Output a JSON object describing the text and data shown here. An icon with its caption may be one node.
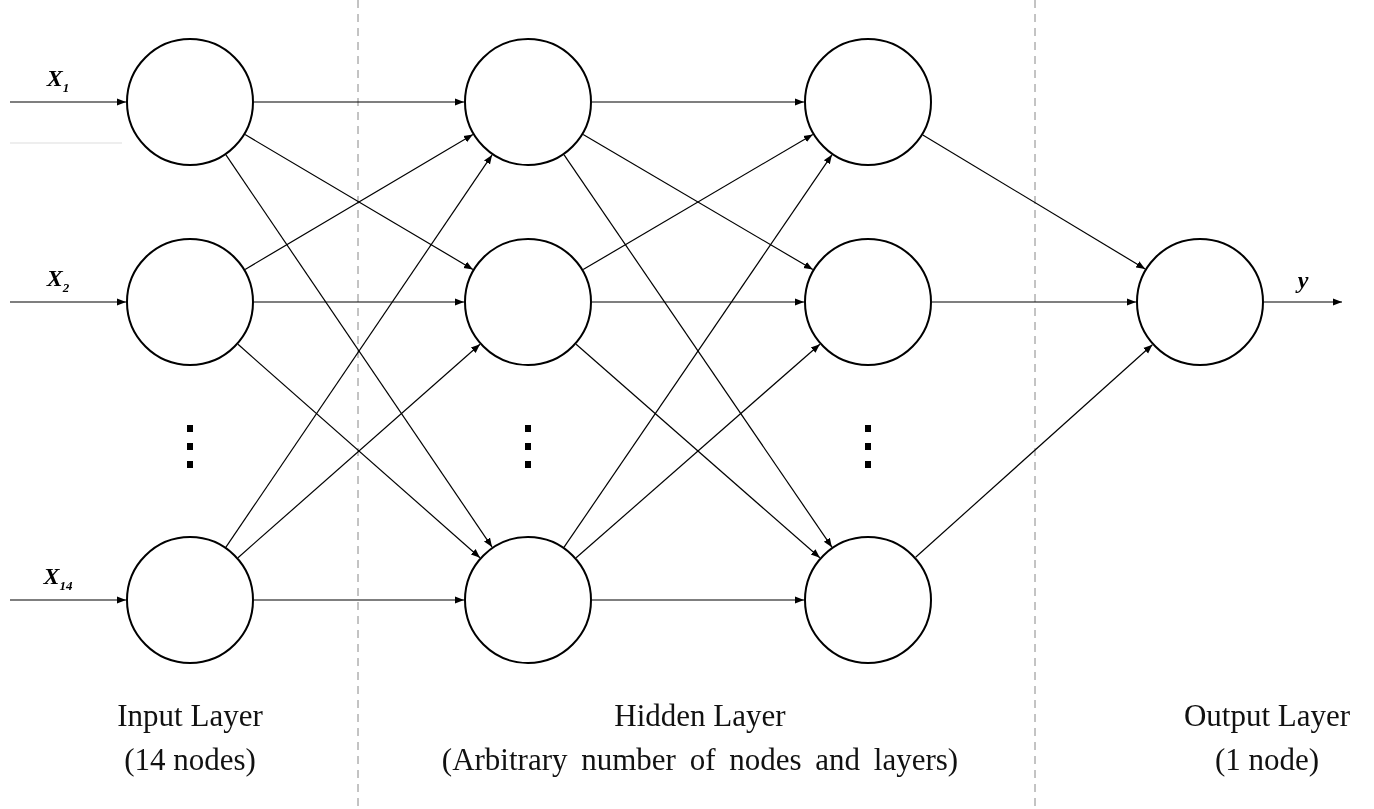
{
  "diagram": {
    "nodes": [
      {
        "text": [],
        "shape": "circle"
      },
      {
        "text": [],
        "shape": "circle"
      },
      {
        "text": [],
        "shape": "circle"
      },
      {
        "text": [],
        "shape": "circle"
      },
      {
        "text": [],
        "shape": "circle"
      },
      {
        "text": [],
        "shape": "circle"
      },
      {
        "text": [],
        "shape": "circle"
      },
      {
        "text": [],
        "shape": "circle"
      },
      {
        "text": [],
        "shape": "circle"
      },
      {
        "text": [],
        "shape": "circle"
      }
    ],
    "edges": [
      {
        "from": null,
        "to": 0,
        "arrow": "to",
        "label": "X$_{1}$"
      },
      {
        "from": null,
        "to": 1,
        "arrow": "to",
        "label": "X$_{2}$"
      },
      {
        "from": null,
        "to": 2,
        "arrow": "to",
        "label": "X$_{14}$"
      },
      {
        "from": 0,
        "to": 3,
        "arrow": "to"
      },
      {
        "from": 0,
        "to": 4,
        "arrow": "to"
      },
      {
        "from": 0,
        "to": 5,
        "arrow": "to"
      },
      {
        "from": 1,
        "to": 3,
        "arrow": "to"
      },
      {
        "from": 1,
        "to": 4,
        "arrow": "to"
      },
      {
        "from": 1,
        "to": 5,
        "arrow": "to"
      },
      {
        "from": 2,
        "to": 3,
        "arrow": "to"
      },
      {
        "from": 2,
        "to": 4,
        "arrow": "to"
      },
      {
        "from": 2,
        "to": 5,
        "arrow": "to"
      },
      {
        "from": 3,
        "to": 6,
        "arrow": "to"
      },
      {
        "from": 3,
        "to": 7,
        "arrow": "to"
      },
      {
        "from": 3,
        "to": 8,
        "arrow": "to"
      },
      {
        "from": 4,
        "to": 6,
        "arrow": "to"
      },
      {
        "from": 4,
        "to": 7,
        "arrow": "to"
      },
      {
        "from": 4,
        "to": 8,
        "arrow": "to"
      },
      {
        "from": 5,
        "to": 6,
        "arrow": "to"
      },
      {
        "from": 5,
        "to": 7,
        "arrow": "to"
      },
      {
        "from": 5,
        "to": 8,
        "arrow": "to"
      },
      {
        "from": 6,
        "to": 9,
        "arrow": "to"
      },
      {
        "from": 7,
        "to": 9,
        "arrow": "to"
      },
      {
        "from": 8,
        "to": 9,
        "arrow": "to"
      },
      {
        "from": 9,
        "to": null,
        "arrow": "to",
        "label": "y"
      }
    ],
    "labels": [
      "Input Layer",
      "Hidden Layer",
      "Output Layer",
      "(14 nodes)",
      "(Arbitrary number of nodes and layers)",
      "(1 node)"
    ]
  }
}
